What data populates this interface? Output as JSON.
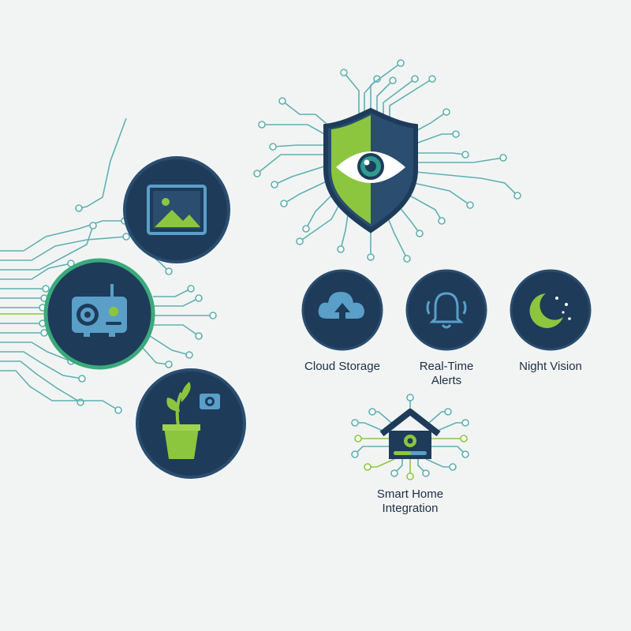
{
  "colors": {
    "navy": "#1e3b5a",
    "navy_dark": "#28496b",
    "teal_line": "#5fb0b0",
    "lime": "#8cc63f",
    "teal_ring": "#3aaa7a",
    "icon_blue": "#5a9fc8",
    "background": "#f2f4f4"
  },
  "features": [
    {
      "id": "cloud-storage",
      "label": "Cloud Storage",
      "icon": "cloud-upload-icon"
    },
    {
      "id": "real-time-alerts",
      "label": "Real-Time\nAlerts",
      "icon": "bell-icon"
    },
    {
      "id": "night-vision",
      "label": "Night Vision",
      "icon": "moon-stars-icon"
    },
    {
      "id": "smart-home",
      "label": "Smart Home\nIntegration",
      "icon": "smart-home-camera-icon"
    }
  ],
  "hub": {
    "icon": "shield-eye-icon"
  },
  "devices": [
    {
      "id": "picture-frame",
      "icon": "picture-frame-icon"
    },
    {
      "id": "radio-camera",
      "icon": "radio-camera-icon",
      "highlighted": true
    },
    {
      "id": "plant-camera",
      "icon": "plant-pot-camera-icon"
    }
  ]
}
